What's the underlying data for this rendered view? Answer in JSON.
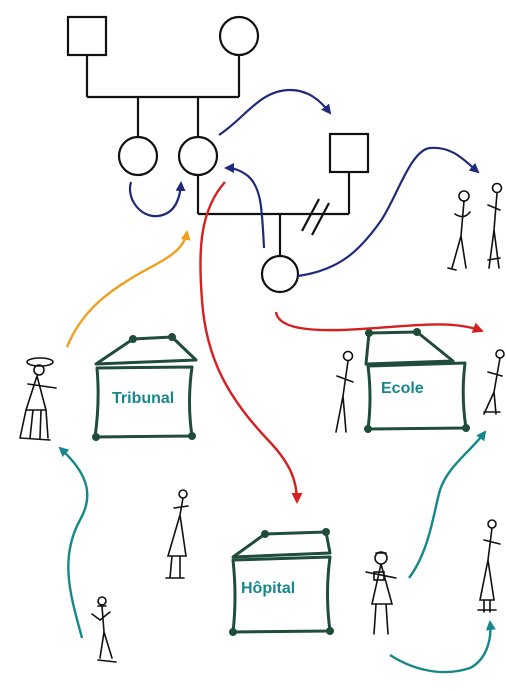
{
  "labels": {
    "tribunal": "Tribunal",
    "ecole": "Ecole",
    "hopital": "Hôpital"
  },
  "colors": {
    "ink": "#111111",
    "building": "#1f4d3a",
    "label": "#16888c",
    "navy": "#1f2a7a",
    "red": "#d62020",
    "orange": "#f0a020",
    "teal": "#16888c"
  }
}
